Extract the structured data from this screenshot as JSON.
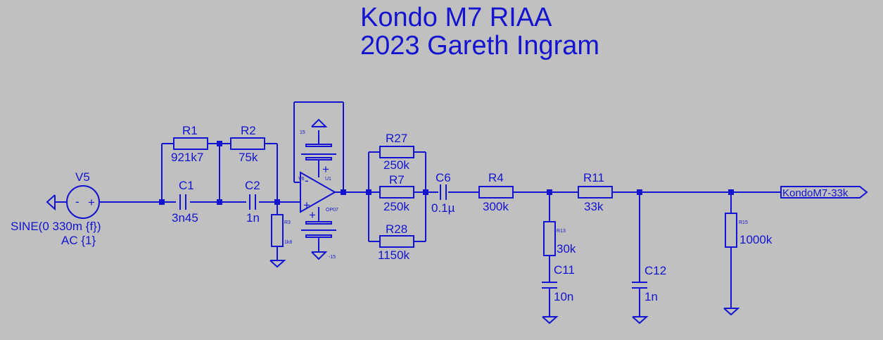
{
  "title": {
    "line1": "Kondo M7 RIAA",
    "line2": "2023 Gareth Ingram"
  },
  "source": {
    "name": "V5",
    "value": "SINE(0 330m {f})",
    "ac": "AC {1}",
    "minus": "-",
    "plus": "+"
  },
  "components": {
    "R1": {
      "name": "R1",
      "value": "921k7"
    },
    "R2": {
      "name": "R2",
      "value": "75k"
    },
    "C1": {
      "name": "C1",
      "value": "3n45"
    },
    "C2": {
      "name": "C2",
      "value": "1n"
    },
    "R3": {
      "name": "R3",
      "value": "1k8"
    },
    "R27": {
      "name": "R27",
      "value": "250k"
    },
    "R7": {
      "name": "R7",
      "value": "250k"
    },
    "R28": {
      "name": "R28",
      "value": "1150k"
    },
    "C6": {
      "name": "C6",
      "value": "0.1µ"
    },
    "R4": {
      "name": "R4",
      "value": "300k"
    },
    "R11": {
      "name": "R11",
      "value": "33k"
    },
    "R13": {
      "name": "R13",
      "value": "30k"
    },
    "C11": {
      "name": "C11",
      "value": "10n"
    },
    "C12": {
      "name": "C12",
      "value": "1n"
    },
    "R15": {
      "name": "R15",
      "value": "1000k"
    }
  },
  "opamp": {
    "ref": "U1",
    "model": "OP07",
    "pos_supply": "15",
    "neg_supply": "-15",
    "vlabel": "V6",
    "plus": "+",
    "minus": "-"
  },
  "output_port": "KondoM7-33k",
  "colors": {
    "wire": "#1414d0",
    "background": "#c0c0c0"
  }
}
